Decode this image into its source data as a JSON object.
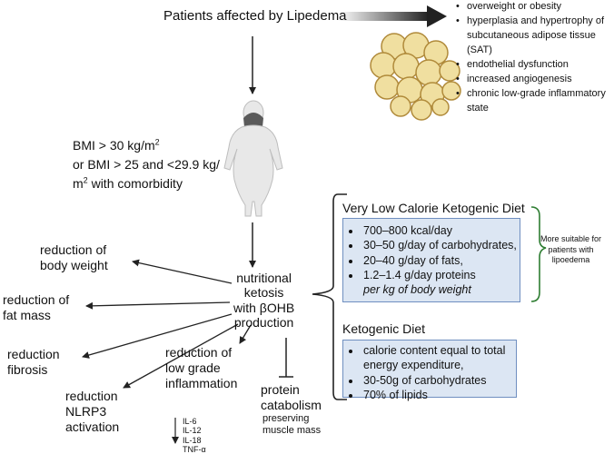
{
  "title": "Patients affected by Lipedema",
  "features": [
    "overweight or obesity",
    "hyperplasia and hypertrophy of subcutaneous adipose tissue (SAT)",
    "endothelial dysfunction",
    "increased angiogenesis",
    "chronic low-grade inflammatory state"
  ],
  "bmi": {
    "line1": "BMI > 30 kg/m",
    "sup1": "2",
    "line2": "or BMI > 25 and <29.9 kg/",
    "line3_sup": "2",
    "line3": " with comorbidity",
    "unit_m": "m"
  },
  "center": [
    "nutritional",
    "ketosis",
    "with βOHB",
    "production"
  ],
  "outcomes": {
    "body_weight": [
      "reduction of",
      "body weight"
    ],
    "fat_mass": [
      "reduction of",
      "fat mass"
    ],
    "fibrosis": [
      "reduction",
      "fibrosis"
    ],
    "nlrp3": [
      "reduction",
      "NLRP3",
      "activation"
    ],
    "inflammation": [
      "reduction of",
      "low grade",
      "inflammation"
    ],
    "cytokines": [
      "IL-6",
      "IL-12",
      "IL-18",
      "TNF-α"
    ],
    "protein": [
      "protein",
      "catabolism"
    ],
    "muscle": [
      "preserving",
      "muscle mass"
    ]
  },
  "vlckd": {
    "title": "Very Low Calorie Ketogenic Diet",
    "items": [
      "700–800 kcal/day",
      "30–50 g/day of carbohydrates,",
      "20–40 g/day of fats,",
      "1.2–1.4 g/day proteins",
      "per kg of body weight"
    ]
  },
  "kd": {
    "title": "Ketogenic Diet",
    "items": [
      "calorie content equal to total energy expenditure,",
      "30-50g of carbohydrates",
      "70% of lipids"
    ]
  },
  "note": [
    "More suitable for",
    "patients with",
    "lipoedema"
  ],
  "colors": {
    "box_fill": "#dce6f3",
    "box_border": "#6f8fc0",
    "bracket_green": "#2e7d32",
    "fat_cell": "#f0dfa0"
  }
}
